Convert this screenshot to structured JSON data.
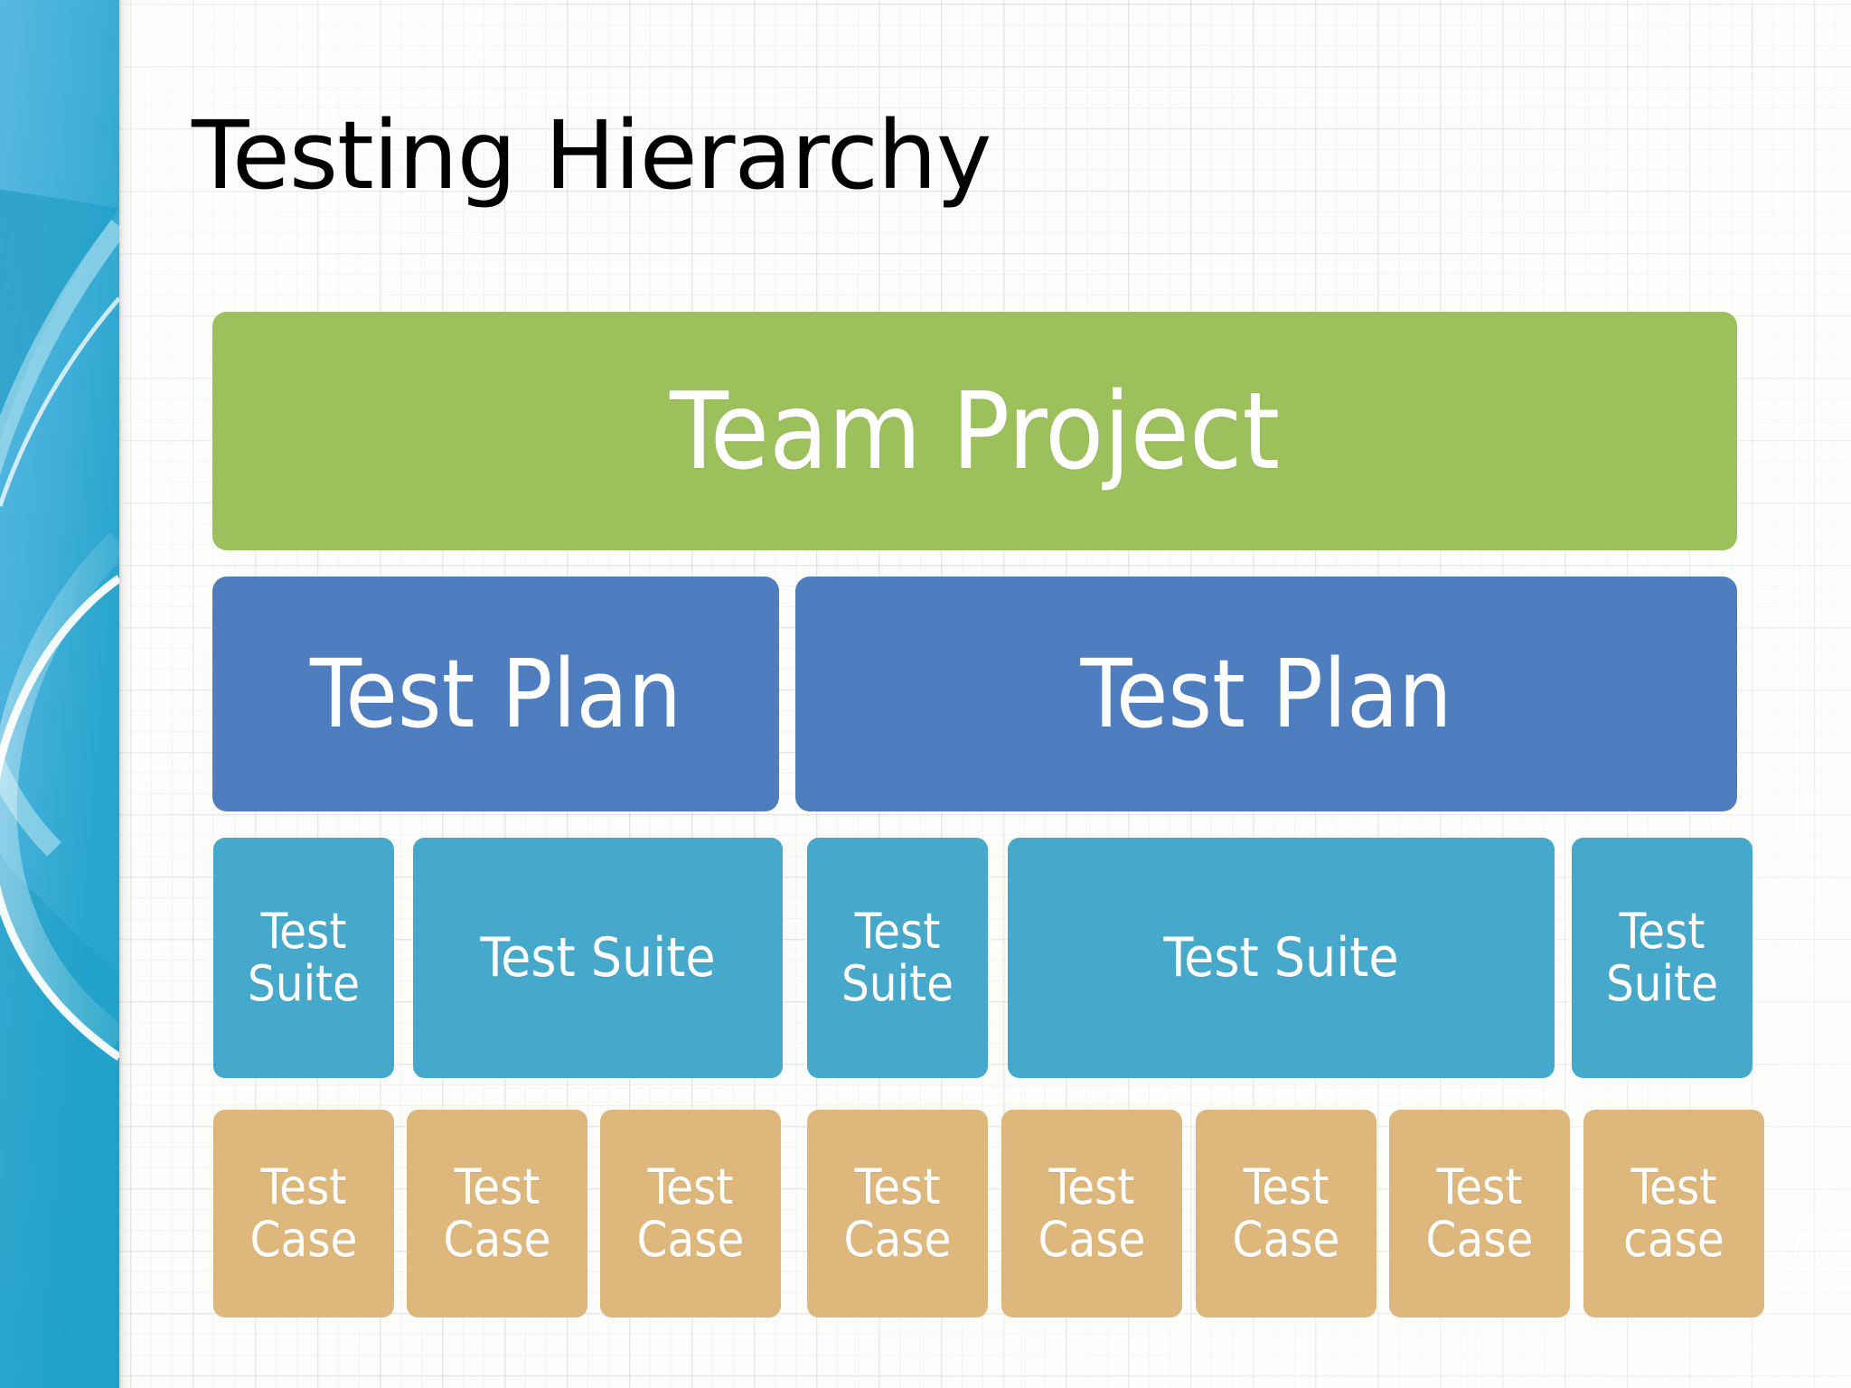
{
  "slide": {
    "title": "Testing Hierarchy",
    "background": "#fcfcfa",
    "grid_line_color": "#96a096"
  },
  "side_band": {
    "icon": "decorative-swoosh",
    "color_top": "#4FB4DE",
    "color_mid": "#1C9BC4",
    "color_bottom": "#2EAAD1"
  },
  "palette": {
    "project": "#9BC05C",
    "plan": "#4F7EC0",
    "suite": "#46A9CB",
    "case": "#DEB77D",
    "node_text": "#FFFFFF",
    "title_text": "#000000"
  },
  "chart_data": {
    "type": "diagram",
    "title": "Testing Hierarchy",
    "levels": [
      {
        "name": "project",
        "label_sample": "Team Project",
        "color": "#9BC05C",
        "nodes": [
          {
            "label": "Team Project"
          }
        ]
      },
      {
        "name": "plan",
        "label_sample": "Test Plan",
        "color": "#4F7EC0",
        "nodes": [
          {
            "label": "Test Plan"
          },
          {
            "label": "Test Plan"
          }
        ]
      },
      {
        "name": "suite",
        "label_sample": "Test Suite",
        "color": "#46A9CB",
        "nodes": [
          {
            "label": "Test Suite"
          },
          {
            "label": "Test Suite"
          },
          {
            "label": "Test Suite"
          },
          {
            "label": "Test Suite"
          },
          {
            "label": "Test Suite"
          }
        ]
      },
      {
        "name": "case",
        "label_sample": "Test Case",
        "color": "#DEB77D",
        "nodes": [
          {
            "label": "Test Case"
          },
          {
            "label": "Test Case"
          },
          {
            "label": "Test Case"
          },
          {
            "label": "Test Case"
          },
          {
            "label": "Test Case"
          },
          {
            "label": "Test Case"
          },
          {
            "label": "Test Case"
          },
          {
            "label": "Test case"
          }
        ]
      }
    ]
  }
}
